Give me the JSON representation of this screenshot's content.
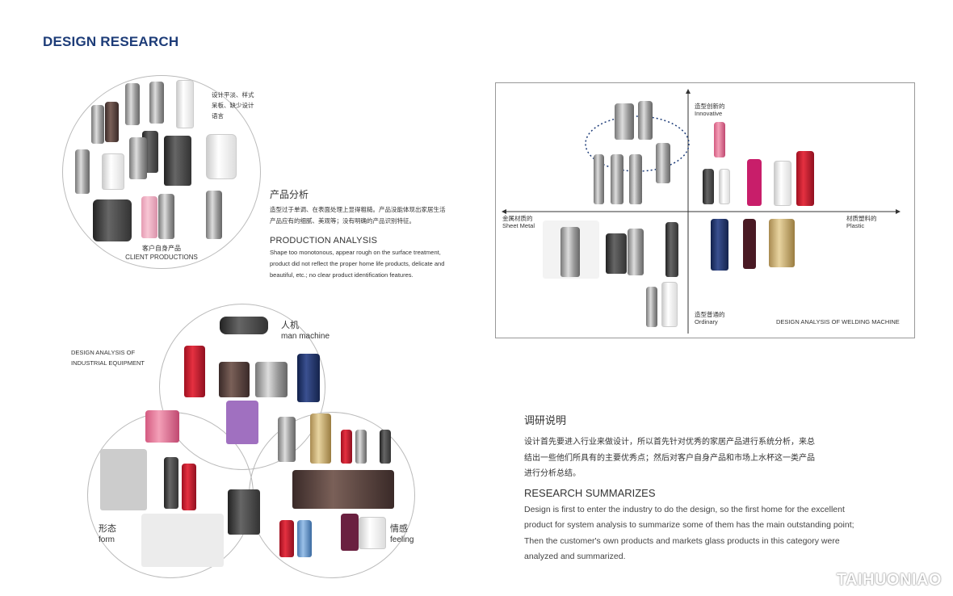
{
  "header": {
    "title": "DESIGN RESEARCH"
  },
  "client": {
    "note": [
      "设计平淡、样式",
      "呆板、缺少设计",
      "语言"
    ],
    "label_cn": "客户自身产品",
    "label_en": "CLIENT PRODUCTIONS"
  },
  "product_analysis": {
    "title_cn": "产品分析",
    "body_cn": [
      "造型过于单调、在表面处理上显得粗糙。产品没能体现出家居生活",
      "产品应有的细腻、美观等；没有明确的产品识别特征。"
    ],
    "title_en": "PRODUCTION ANALYSIS",
    "body_en": [
      "Shape too monotonous, appear rough on the surface treatment,",
      "product did not reflect the proper home life products, delicate and",
      "beautiful, etc.; no clear product identification features."
    ]
  },
  "chart": {
    "top_cn": "造型创新的",
    "top_en": "Innovative",
    "bottom_cn": "造型普通的",
    "bottom_en": "Ordinary",
    "left_cn": "金属材质的",
    "left_en": "Sheet Metal",
    "right_cn": "材质塑料的",
    "right_en": "Plastic",
    "caption": "DESIGN ANALYSIS OF WELDING MACHINE"
  },
  "venn": {
    "side_label": [
      "DESIGN ANALYSIS OF",
      "INDUSTRIAL EQUIPMENT"
    ],
    "man_cn": "人机",
    "man_en": "man machine",
    "form_cn": "形态",
    "form_en": "form",
    "feel_cn": "情感",
    "feel_en": "feeling"
  },
  "summary": {
    "title_cn": "调研说明",
    "body_cn": [
      "设计首先要进入行业来做设计，所以首先针对优秀的家居产品进行系统分析，来总",
      "结出一些他们所具有的主要优秀点；然后对客户自身产品和市场上水杯这一类产品",
      "进行分析总结。"
    ],
    "title_en": "RESEARCH SUMMARIZES",
    "body_en": [
      "Design is first to enter the industry to do the design, so the first home for the excellent",
      "product for system analysis to summarize some of them has the main outstanding point;",
      "Then the customer's own products and markets glass products in this category were",
      "analyzed and summarized."
    ]
  },
  "watermark": "TAIHUONIAO"
}
